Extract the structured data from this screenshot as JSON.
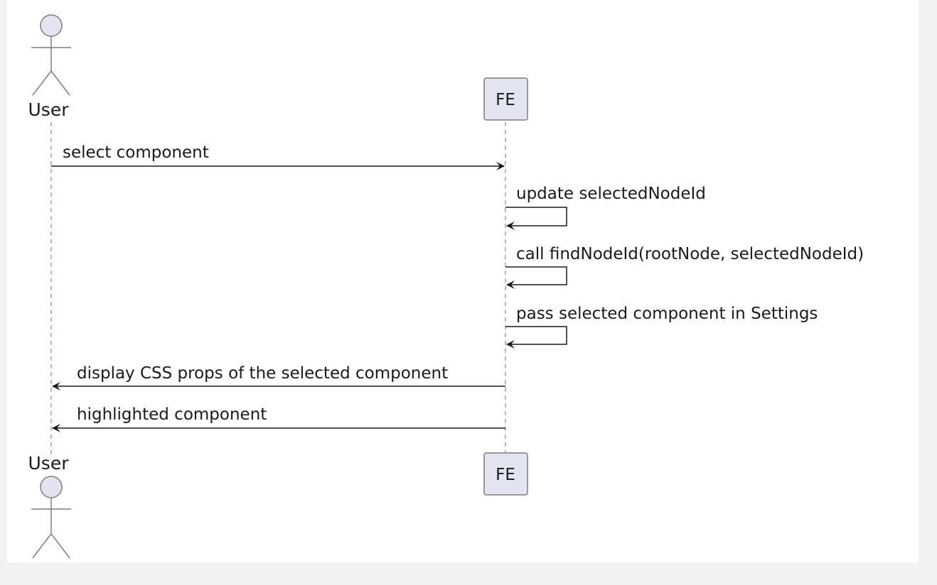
{
  "participants": {
    "user": {
      "name": "User",
      "kind": "actor"
    },
    "fe": {
      "name": "FE",
      "kind": "participant"
    }
  },
  "messages": [
    {
      "from": "User",
      "to": "FE",
      "label": "select component"
    },
    {
      "from": "FE",
      "to": "FE",
      "label": "update selectedNodeId"
    },
    {
      "from": "FE",
      "to": "FE",
      "label": "call findNodeId(rootNode, selectedNodeId)"
    },
    {
      "from": "FE",
      "to": "FE",
      "label": "pass selected component in Settings"
    },
    {
      "from": "FE",
      "to": "User",
      "label": "display CSS props of the selected component"
    },
    {
      "from": "FE",
      "to": "User",
      "label": "highlighted component"
    }
  ],
  "colors": {
    "participant_fill": "#e3e3f1",
    "participant_stroke": "#7d7d7d",
    "line": "#1a1a1a",
    "lifeline": "#8a8a8a",
    "background": "#ffffff"
  }
}
